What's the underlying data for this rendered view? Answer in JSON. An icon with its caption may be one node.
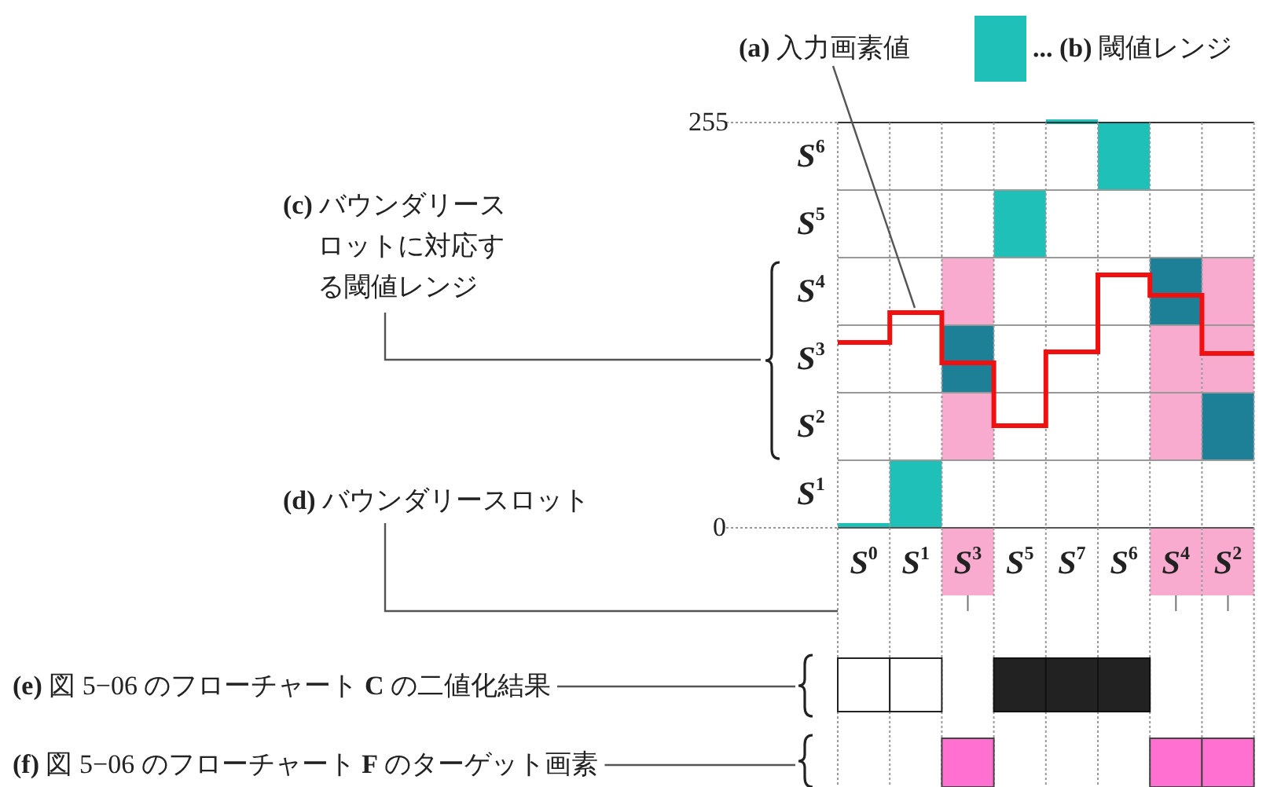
{
  "diagram": {
    "nodes": [
      {
        "text": [
          "**(a)** 入力画素値"
        ]
      },
      {
        "text": [
          "**(c)** バウンダリースロットに対応する閾値レンジ"
        ]
      },
      {
        "text": [
          "**(d)** バウンダリースロット"
        ]
      },
      {
        "text": [
          "**(e)** 図 5−06 のフローチャート **C** の二値化結果"
        ]
      },
      {
        "text": [
          "**(f)** 図 5−06 のフローチャート **F** のターゲット画素"
        ]
      }
    ],
    "edges": [
      {
        "from": 0,
        "to": null,
        "arrow": "none"
      },
      {
        "from": 1,
        "to": null,
        "arrow": "none"
      },
      {
        "from": 2,
        "to": null,
        "arrow": "none"
      },
      {
        "from": 3,
        "to": null,
        "arrow": "none"
      },
      {
        "from": 4,
        "to": null,
        "arrow": "none"
      }
    ],
    "labels": [
      "255",
      "*S*$^{6}$",
      "*S*$^{5}$",
      "*S*$^{4}$",
      "*S*$^{3}$",
      "*S*$^{2}$",
      "*S*$^{1}$",
      "0",
      "*S*$^{0}$",
      "*S*$^{1}$",
      "*S*$^{3}$",
      "*S*$^{5}$",
      "*S*$^{7}$",
      "*S*$^{6}$",
      "*S*$^{4}$",
      "*S*$^{2}$"
    ],
    "legend": [
      {
        "text": "**... (b)** 閾値レンジ",
        "color": "#1fc0b8"
      }
    ]
  }
}
